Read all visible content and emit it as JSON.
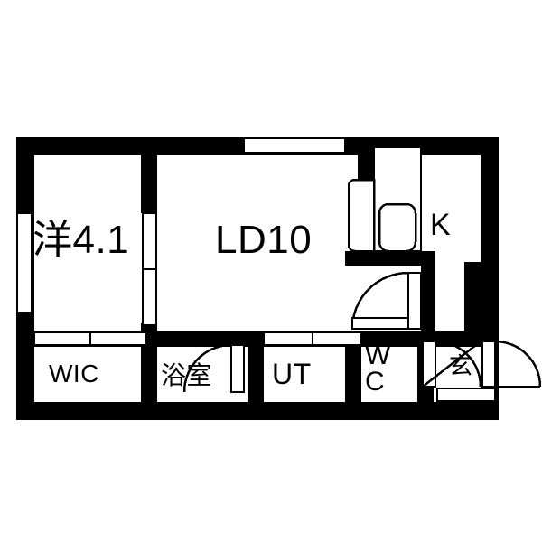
{
  "plan": {
    "title": "間取り図",
    "type": "apartment-floor-plan",
    "colors": {
      "wall": "#000000",
      "background": "#ffffff",
      "line": "#000000"
    },
    "rooms": [
      {
        "id": "washitsu",
        "label": "洋4.1",
        "name": "western-room",
        "area_jo": "4.1"
      },
      {
        "id": "ld",
        "label": "LD10",
        "name": "living-dining",
        "area_jo": "10"
      },
      {
        "id": "kitchen",
        "label": "K",
        "name": "kitchen"
      },
      {
        "id": "wic",
        "label": "WIC",
        "name": "walk-in-closet"
      },
      {
        "id": "bath",
        "label": "浴室",
        "name": "bathroom"
      },
      {
        "id": "utility",
        "label": "UT",
        "name": "utility-room"
      },
      {
        "id": "toilet",
        "label": "WC",
        "name": "water-closet"
      },
      {
        "id": "entrance",
        "label": "玄",
        "name": "entrance-genkan"
      }
    ],
    "fixtures": [
      {
        "name": "kitchen-sink",
        "room": "kitchen"
      },
      {
        "name": "kitchen-stove",
        "room": "kitchen"
      }
    ],
    "openings": [
      {
        "name": "window-top-ld",
        "kind": "window"
      },
      {
        "name": "window-left-washitsu",
        "kind": "window"
      },
      {
        "name": "sliding-door-washitsu-ld",
        "kind": "sliding-door"
      },
      {
        "name": "closet-sliding-doors-wic",
        "kind": "sliding-door"
      },
      {
        "name": "sliding-door-ut",
        "kind": "sliding-door"
      },
      {
        "name": "swing-door-bath",
        "kind": "hinged-door"
      },
      {
        "name": "swing-door-kitchen-hall",
        "kind": "hinged-door"
      },
      {
        "name": "swing-door-wc",
        "kind": "hinged-door"
      },
      {
        "name": "entrance-door",
        "kind": "hinged-door"
      },
      {
        "name": "shoe-box",
        "kind": "cabinet"
      }
    ]
  }
}
